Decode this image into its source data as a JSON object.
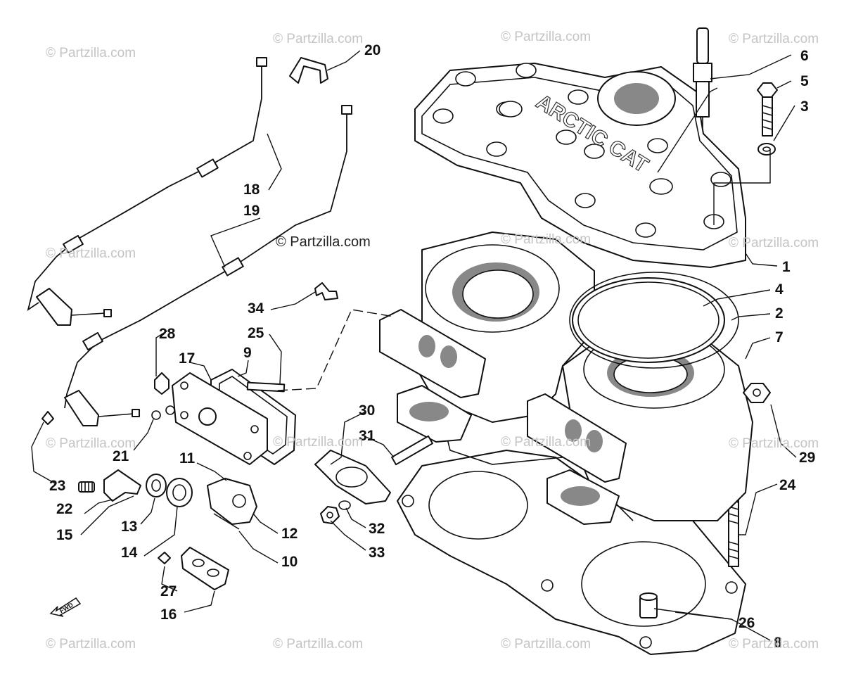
{
  "watermark": "© Partzilla.com",
  "center_watermark": "© Partzilla.com",
  "head_lettering": "ARCTIC CAT",
  "fwd_label": "FWD",
  "callouts": [
    {
      "id": "c1",
      "label": "1"
    },
    {
      "id": "c2",
      "label": "2"
    },
    {
      "id": "c3",
      "label": "3"
    },
    {
      "id": "c4",
      "label": "4"
    },
    {
      "id": "c5",
      "label": "5"
    },
    {
      "id": "c6",
      "label": "6"
    },
    {
      "id": "c7",
      "label": "7"
    },
    {
      "id": "c8",
      "label": "8"
    },
    {
      "id": "c9",
      "label": "9"
    },
    {
      "id": "c10",
      "label": "10"
    },
    {
      "id": "c11",
      "label": "11"
    },
    {
      "id": "c12",
      "label": "12"
    },
    {
      "id": "c13",
      "label": "13"
    },
    {
      "id": "c14",
      "label": "14"
    },
    {
      "id": "c15",
      "label": "15"
    },
    {
      "id": "c16",
      "label": "16"
    },
    {
      "id": "c17",
      "label": "17"
    },
    {
      "id": "c18",
      "label": "18"
    },
    {
      "id": "c19",
      "label": "19"
    },
    {
      "id": "c20",
      "label": "20"
    },
    {
      "id": "c21",
      "label": "21"
    },
    {
      "id": "c22",
      "label": "22"
    },
    {
      "id": "c23",
      "label": "23"
    },
    {
      "id": "c24",
      "label": "24"
    },
    {
      "id": "c25",
      "label": "25"
    },
    {
      "id": "c26",
      "label": "26"
    },
    {
      "id": "c27",
      "label": "27"
    },
    {
      "id": "c28",
      "label": "28"
    },
    {
      "id": "c29",
      "label": "29"
    },
    {
      "id": "c30",
      "label": "30"
    },
    {
      "id": "c31",
      "label": "31"
    },
    {
      "id": "c32",
      "label": "32"
    },
    {
      "id": "c33",
      "label": "33"
    },
    {
      "id": "c34",
      "label": "34"
    }
  ]
}
